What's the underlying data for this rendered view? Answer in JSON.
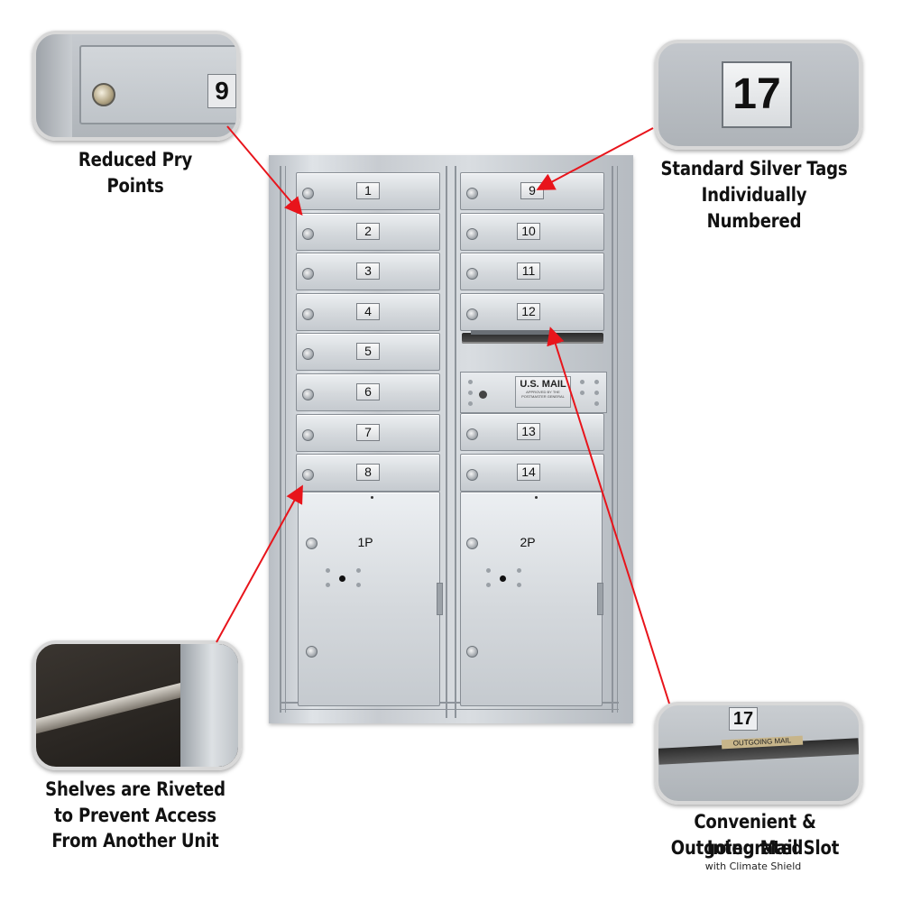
{
  "callouts": {
    "pry_points": {
      "caption": "Reduced Pry Points",
      "tag": "9"
    },
    "silver_tags": {
      "caption_line1": "Standard Silver Tags",
      "caption_line2": "Individually Numbered",
      "tag": "17"
    },
    "shelves": {
      "caption_line1": "Shelves are Riveted",
      "caption_line2": "to Prevent Access",
      "caption_line3": "From Another Unit"
    },
    "mail_slot": {
      "caption_line1": "Convenient & Integrated",
      "caption_line2": "Outgoing Mail Slot",
      "caption_sub": "with Climate Shield",
      "tag": "17",
      "slot_label": "OUTGOING MAIL"
    }
  },
  "mailbox": {
    "left_doors": [
      "1",
      "2",
      "3",
      "4",
      "5",
      "6",
      "7",
      "8"
    ],
    "right_doors_top": [
      "9",
      "10",
      "11",
      "12"
    ],
    "right_doors_bottom": [
      "13",
      "14"
    ],
    "parcel_left": "1P",
    "parcel_right": "2P",
    "usmail_title": "U.S. MAIL",
    "usmail_sub_line1": "APPROVED BY THE",
    "usmail_sub_line2": "POSTMASTER GENERAL"
  },
  "colors": {
    "arrow": "#e8141b",
    "unit_silver": "#cfd3d7"
  }
}
